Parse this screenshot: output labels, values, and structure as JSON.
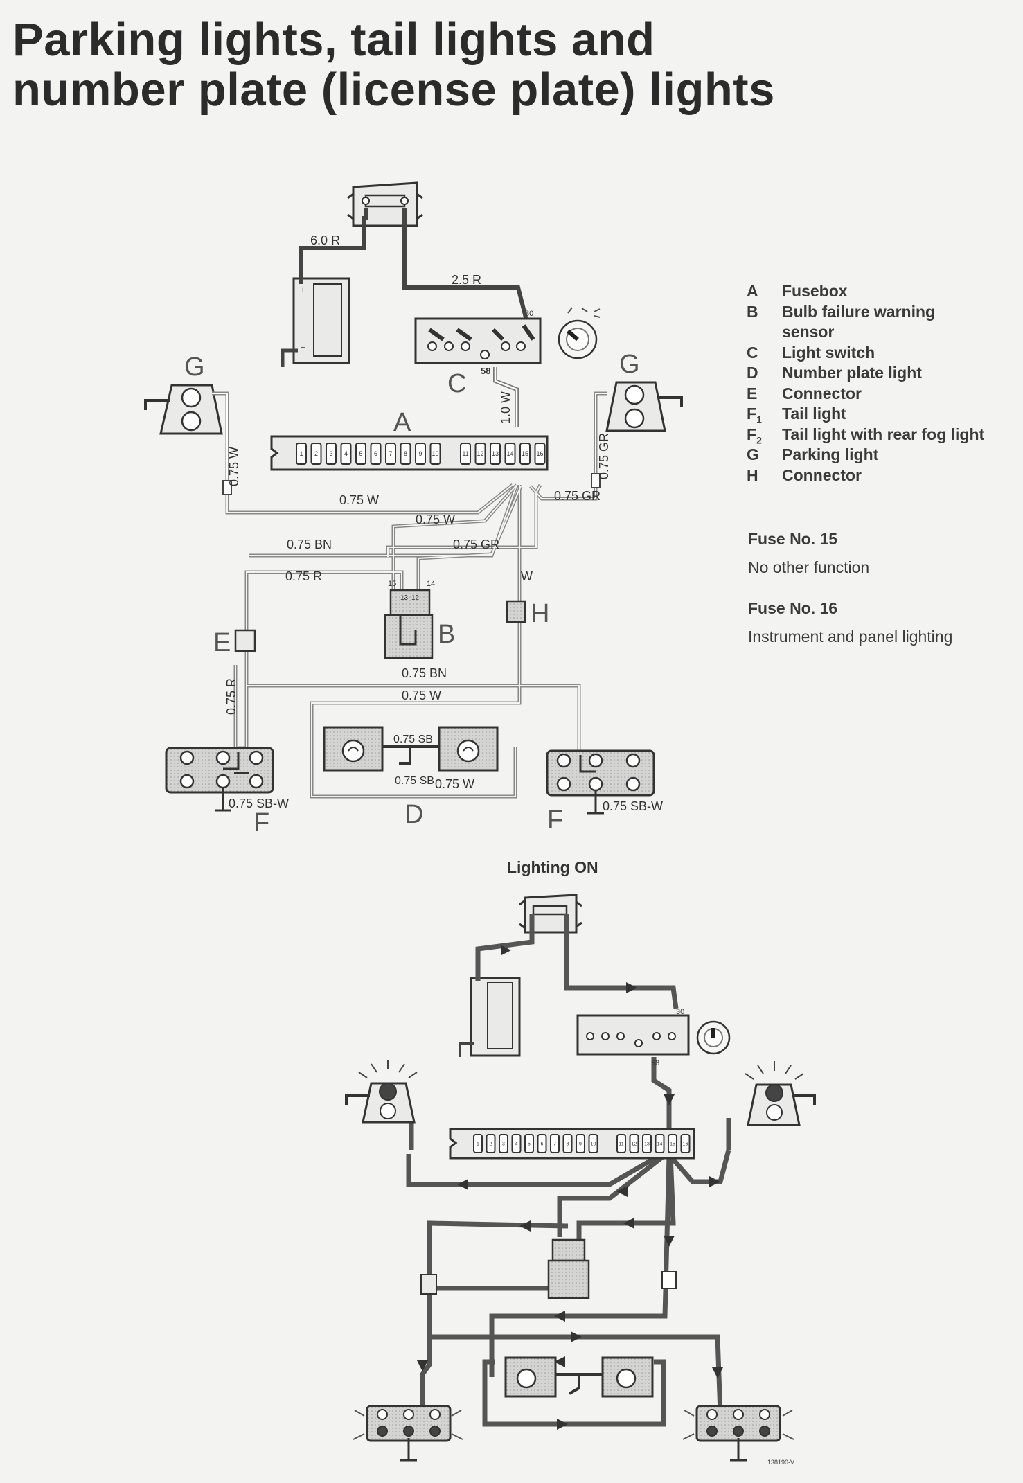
{
  "title": {
    "line1": "Parking lights, tail lights and",
    "line2": "number plate (license plate) lights"
  },
  "legend": [
    {
      "letter": "A",
      "text": "Fusebox"
    },
    {
      "letter": "B",
      "text": "Bulb failure warning"
    },
    {
      "letter": "",
      "text": "sensor"
    },
    {
      "letter": "C",
      "text": "Light switch"
    },
    {
      "letter": "D",
      "text": "Number plate light"
    },
    {
      "letter": "E",
      "text": "Connector"
    },
    {
      "letter": "F",
      "sub": "1",
      "text": "Tail light"
    },
    {
      "letter": "F",
      "sub": "2",
      "text": "Tail light with rear fog light"
    },
    {
      "letter": "G",
      "text": "Parking light"
    },
    {
      "letter": "H",
      "text": "Connector"
    }
  ],
  "fuse_notes": [
    {
      "heading": "Fuse No. 15",
      "text": "No other function"
    },
    {
      "heading": "Fuse No. 16",
      "text": "Instrument and panel lighting"
    }
  ],
  "component_labels": {
    "A": "A",
    "B": "B",
    "C": "C",
    "D": "D",
    "E": "E",
    "F_left": "F",
    "F_right": "F",
    "G_left": "G",
    "G_right": "G",
    "H": "H"
  },
  "wire_labels": {
    "w60r": "6.0 R",
    "w25r": "2.5 R",
    "w10w": "1.0 W",
    "w075w_g": "0.75 W",
    "w075gr_g": "0.75 GR",
    "w075w_1": "0.75 W",
    "w075w_2": "0.75 W",
    "w075gr_1": "0.75 GR",
    "w075gr_2": "0.75 GR",
    "w075bn_1": "0.75 BN",
    "w075r_1": "0.75 R",
    "w075r_2": "0.75 R",
    "w_h": "W",
    "w075bn_2": "0.75 BN",
    "w075w_3": "0.75 W",
    "w075sb_1": "0.75 SB",
    "w075sb_2": "0.75 SB",
    "w075w_4": "0.75 W",
    "w075sbw_l": "0.75 SB-W",
    "w075sbw_r": "0.75 SB-W"
  },
  "terminal_labels": {
    "t30": "30",
    "t58": "58",
    "t58b": "58",
    "t30b": "30",
    "b15": "15",
    "b14": "14",
    "b13": "13",
    "b12": "12"
  },
  "fuse_numbers": [
    "1",
    "2",
    "3",
    "4",
    "5",
    "6",
    "7",
    "8",
    "9",
    "10",
    "11",
    "12",
    "13",
    "14",
    "15",
    "16"
  ],
  "lighting_on_label": "Lighting ON",
  "figure_code": "138190-V",
  "colors": {
    "ink": "#2f2f2f",
    "live_wire": "#555555",
    "component_fill": "#d2d2d0",
    "paper": "#f3f3f1"
  }
}
